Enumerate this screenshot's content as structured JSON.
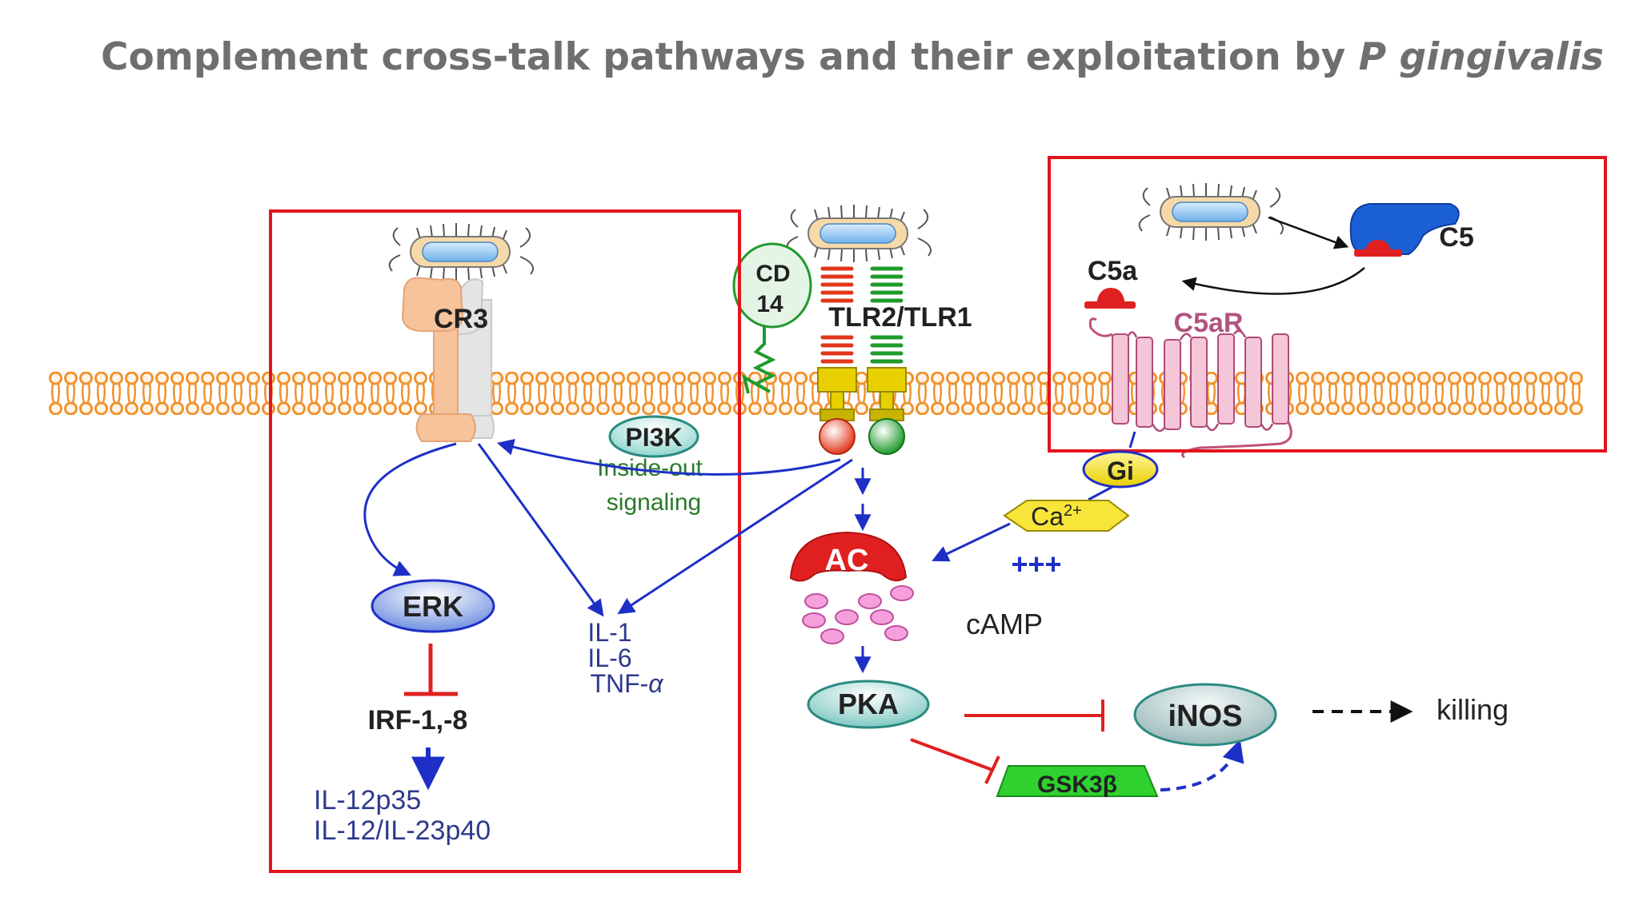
{
  "slide": {
    "title_main": "Complement cross-talk pathways and their exploitation by ",
    "title_italic": "P gingivalis"
  },
  "diagram": {
    "receptors": {
      "cr3": "CR3",
      "cd14_line1": "CD",
      "cd14_line2": "14",
      "tlr": "TLR2/TLR1",
      "c5ar": "C5aR"
    },
    "complement": {
      "c5": "C5",
      "c5a": "C5a"
    },
    "signaling": {
      "pi3k": "PI3K",
      "inside_out_1": "Inside-out",
      "inside_out_2": "signaling",
      "erk": "ERK",
      "irf": "IRF-1,-8",
      "gi": "Gi",
      "ca_base": "Ca",
      "ca_sup": "2+",
      "plus": "+++",
      "ac": "AC",
      "camp": "cAMP",
      "pka": "PKA",
      "inos": "iNOS",
      "killing": "killing",
      "gsk_base": "GSK3",
      "gsk_beta": "β"
    },
    "cytokines": {
      "il1": "IL-1",
      "il6": "IL-6",
      "tnf_base": "TNF-",
      "tnf_alpha": "α",
      "il12p35": "IL-12p35",
      "il12p40": "IL-12/IL-23p40"
    },
    "colors": {
      "membrane": "#f0922e",
      "highlight_box": "#e3151c",
      "arrow_blue": "#1e2fc7",
      "inhibit_red": "#e02020",
      "tlr2_red": "#e2381c",
      "tlr1_green": "#1f9a2c",
      "c5ar_pink": "#d1719a",
      "c5_blue": "#1b5fd6",
      "cr3_peach": "#f6c39b",
      "text_navy": "#2e3a8c",
      "text_green": "#2a7a2a"
    }
  }
}
